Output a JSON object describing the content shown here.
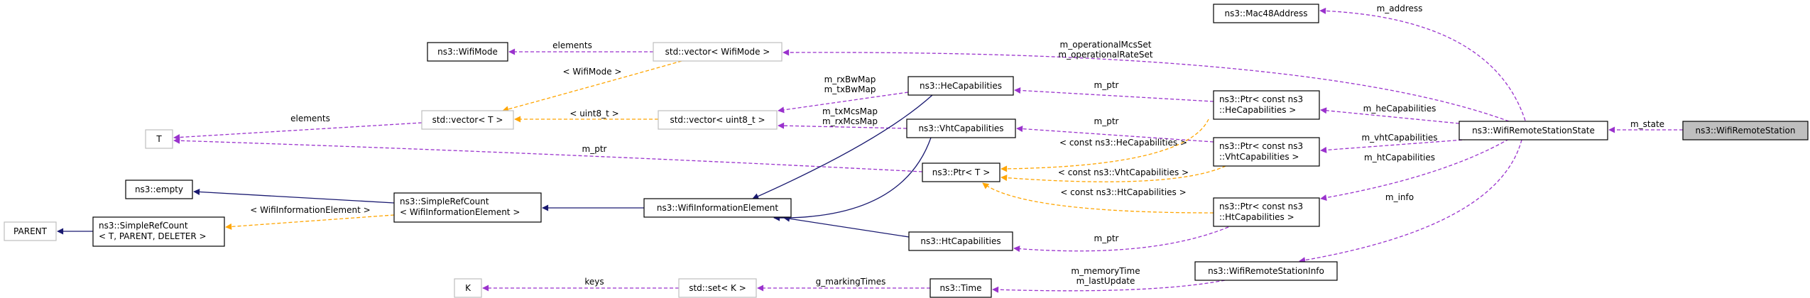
{
  "diagram": {
    "colors": {
      "usage": "#9a32cd",
      "template": "#ffa500",
      "inheritance": "#191970",
      "focus_fill": "#bfbfbf",
      "solid_border": "#000000",
      "undocumented_border": "#bfbfbf"
    },
    "nodes": {
      "wifiMode": {
        "lines": [
          "ns3::WifiMode"
        ],
        "style": "solid"
      },
      "vecWifiMode": {
        "lines": [
          "std::vector< WifiMode >"
        ],
        "style": "undoc"
      },
      "mac48": {
        "lines": [
          "ns3::Mac48Address"
        ],
        "style": "solid"
      },
      "vecT": {
        "lines": [
          "std::vector< T >"
        ],
        "style": "undoc"
      },
      "T": {
        "lines": [
          "T"
        ],
        "style": "undoc"
      },
      "vecU8": {
        "lines": [
          "std::vector< uint8_t >"
        ],
        "style": "undoc"
      },
      "heCap": {
        "lines": [
          "ns3::HeCapabilities"
        ],
        "style": "solid"
      },
      "vhtCap": {
        "lines": [
          "ns3::VhtCapabilities"
        ],
        "style": "solid"
      },
      "ptrT": {
        "lines": [
          "ns3::Ptr< T >"
        ],
        "style": "solid"
      },
      "empty": {
        "lines": [
          "ns3::empty"
        ],
        "style": "solid"
      },
      "srcWie": {
        "lines": [
          "ns3::SimpleRefCount",
          "< WifiInformationElement >"
        ],
        "style": "solid"
      },
      "wie": {
        "lines": [
          "ns3::WifiInformationElement"
        ],
        "style": "solid"
      },
      "parent": {
        "lines": [
          "PARENT"
        ],
        "style": "undoc"
      },
      "srcT": {
        "lines": [
          "ns3::SimpleRefCount",
          "< T, PARENT, DELETER >"
        ],
        "style": "solid"
      },
      "htCap": {
        "lines": [
          "ns3::HtCapabilities"
        ],
        "style": "solid"
      },
      "ptrHe": {
        "lines": [
          "ns3::Ptr< const ns3",
          "::HeCapabilities >"
        ],
        "style": "solid"
      },
      "ptrVht": {
        "lines": [
          "ns3::Ptr< const ns3",
          "::VhtCapabilities >"
        ],
        "style": "solid"
      },
      "ptrHt": {
        "lines": [
          "ns3::Ptr< const ns3",
          "::HtCapabilities >"
        ],
        "style": "solid"
      },
      "state": {
        "lines": [
          "ns3::WifiRemoteStationState"
        ],
        "style": "solid"
      },
      "station": {
        "lines": [
          "ns3::WifiRemoteStation"
        ],
        "style": "focus"
      },
      "info": {
        "lines": [
          "ns3::WifiRemoteStationInfo"
        ],
        "style": "solid"
      },
      "K": {
        "lines": [
          "K"
        ],
        "style": "undoc"
      },
      "setK": {
        "lines": [
          "std::set< K >"
        ],
        "style": "undoc"
      },
      "time": {
        "lines": [
          "ns3::Time"
        ],
        "style": "solid"
      }
    },
    "edges": [
      {
        "from": "vecWifiMode",
        "to": "wifiMode",
        "kind": "usage",
        "label": [
          "elements"
        ]
      },
      {
        "from": "vecWifiMode",
        "to": "vecT",
        "kind": "template",
        "label": [
          "< WifiMode >"
        ]
      },
      {
        "from": "vecT",
        "to": "T",
        "kind": "usage",
        "label": [
          "elements"
        ]
      },
      {
        "from": "vecU8",
        "to": "vecT",
        "kind": "template",
        "label": [
          "< uint8_t >"
        ]
      },
      {
        "from": "ptrT",
        "to": "T",
        "kind": "usage",
        "label": [
          "m_ptr"
        ]
      },
      {
        "from": "heCap",
        "to": "vecU8",
        "kind": "usage",
        "label": [
          "m_rxBwMap",
          "m_txBwMap"
        ]
      },
      {
        "from": "vhtCap",
        "to": "vecU8",
        "kind": "usage",
        "label": [
          "m_txMcsMap",
          "m_rxMcsMap"
        ]
      },
      {
        "from": "heCap",
        "to": "wie",
        "kind": "inheritance",
        "label": []
      },
      {
        "from": "vhtCap",
        "to": "wie",
        "kind": "inheritance",
        "label": []
      },
      {
        "from": "htCap",
        "to": "wie",
        "kind": "inheritance",
        "label": []
      },
      {
        "from": "wie",
        "to": "srcWie",
        "kind": "inheritance",
        "label": []
      },
      {
        "from": "srcWie",
        "to": "empty",
        "kind": "inheritance",
        "label": []
      },
      {
        "from": "srcWie",
        "to": "srcT",
        "kind": "template",
        "label": [
          "< WifiInformationElement >"
        ]
      },
      {
        "from": "srcT",
        "to": "parent",
        "kind": "inheritance",
        "label": []
      },
      {
        "from": "ptrHe",
        "to": "heCap",
        "kind": "usage",
        "label": [
          "m_ptr"
        ]
      },
      {
        "from": "ptrVht",
        "to": "vhtCap",
        "kind": "usage",
        "label": [
          "m_ptr"
        ]
      },
      {
        "from": "ptrHt",
        "to": "htCap",
        "kind": "usage",
        "label": [
          "m_ptr"
        ]
      },
      {
        "from": "ptrHe",
        "to": "ptrT",
        "kind": "template",
        "label": [
          "< const ns3::HeCapabilities >"
        ]
      },
      {
        "from": "ptrVht",
        "to": "ptrT",
        "kind": "template",
        "label": [
          "< const ns3::VhtCapabilities >"
        ]
      },
      {
        "from": "ptrHt",
        "to": "ptrT",
        "kind": "template",
        "label": [
          "< const ns3::HtCapabilities >"
        ]
      },
      {
        "from": "state",
        "to": "mac48",
        "kind": "usage",
        "label": [
          "m_address"
        ]
      },
      {
        "from": "state",
        "to": "vecWifiMode",
        "kind": "usage",
        "label": [
          "m_operationalMcsSet",
          "m_operationalRateSet"
        ]
      },
      {
        "from": "state",
        "to": "ptrHe",
        "kind": "usage",
        "label": [
          "m_heCapabilities"
        ]
      },
      {
        "from": "state",
        "to": "ptrVht",
        "kind": "usage",
        "label": [
          "m_vhtCapabilities"
        ]
      },
      {
        "from": "state",
        "to": "ptrHt",
        "kind": "usage",
        "label": [
          "m_htCapabilities"
        ]
      },
      {
        "from": "state",
        "to": "info",
        "kind": "usage",
        "label": [
          "m_info"
        ]
      },
      {
        "from": "station",
        "to": "state",
        "kind": "usage",
        "label": [
          "m_state"
        ]
      },
      {
        "from": "info",
        "to": "time",
        "kind": "usage",
        "label": [
          "m_memoryTime",
          "m_lastUpdate"
        ]
      },
      {
        "from": "time",
        "to": "setK",
        "kind": "usage",
        "label": [
          "g_markingTimes"
        ]
      },
      {
        "from": "setK",
        "to": "K",
        "kind": "usage",
        "label": [
          "keys"
        ]
      }
    ]
  }
}
